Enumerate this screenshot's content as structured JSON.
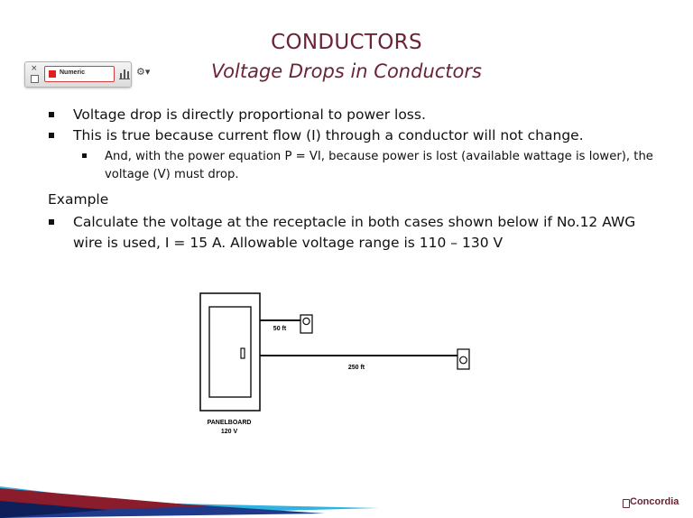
{
  "slide": {
    "title": "CONDUCTORS",
    "subtitle": "Voltage Drops in Conductors"
  },
  "toolbar": {
    "close_glyph": "×",
    "mode_label": "Numeric",
    "chart_icon": "bar-chart-icon",
    "settings_icon": "gear-icon",
    "settings_glyph": "⚙▾"
  },
  "bullets": {
    "b1": "Voltage drop is directly proportional to power loss.",
    "b2": "This is true because current flow (I) through a conductor will not change.",
    "b2_sub": "And, with the power equation P = VI, because power is lost (available wattage is lower), the voltage (V) must drop.",
    "example_heading": "Example",
    "b3": "Calculate the voltage at the receptacle in both cases shown below if No.12 AWG wire is used, I = 15 A. Allowable voltage range is 110 – 130 V"
  },
  "diagram": {
    "short_run_label": "50 ft",
    "long_run_label": "250 ft",
    "panel_label": "PANELBOARD",
    "panel_voltage": "120 V"
  },
  "logo": {
    "text": "Concordia"
  },
  "colors": {
    "title": "#6b2436",
    "band_maroon": "#8a1c2c",
    "band_blue": "#1f3a8a",
    "band_green": "#2e9e3a",
    "band_cyan": "#2fb3e0"
  }
}
